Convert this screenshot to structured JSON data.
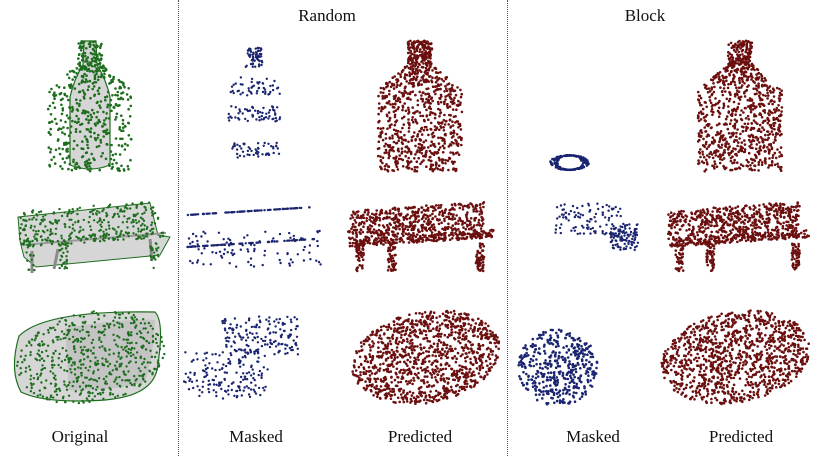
{
  "figure": {
    "group_titles": {
      "random": "Random",
      "block": "Block"
    },
    "column_labels": {
      "original": "Original",
      "random_masked": "Masked",
      "random_predicted": "Predicted",
      "block_masked": "Masked",
      "block_predicted": "Predicted"
    }
  },
  "colors": {
    "original_points": "#1f6e1f",
    "original_surface": "#d6d6d6",
    "masked_points": "#1a2470",
    "predicted_points": "#6b0f0f"
  },
  "rows": [
    "bottle",
    "bench",
    "sofa"
  ]
}
